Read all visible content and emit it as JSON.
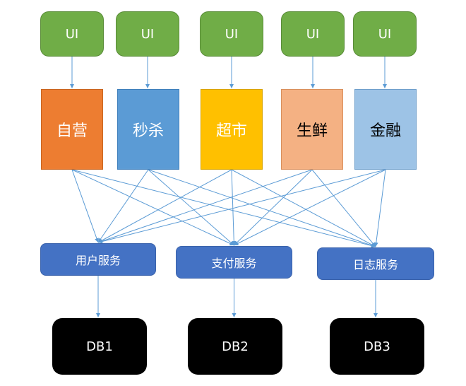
{
  "ui_layer": {
    "items": [
      {
        "label": "UI"
      },
      {
        "label": "UI"
      },
      {
        "label": "UI"
      },
      {
        "label": "UI"
      },
      {
        "label": "UI"
      }
    ],
    "color": "#70ad47"
  },
  "app_layer": {
    "items": [
      {
        "label": "自营",
        "fill": "#ed7d31",
        "border": "#c9651f",
        "text_color": "#ffffff"
      },
      {
        "label": "秒杀",
        "fill": "#5b9bd5",
        "border": "#3f7fbb",
        "text_color": "#ffffff"
      },
      {
        "label": "超市",
        "fill": "#ffc000",
        "border": "#d9a300",
        "text_color": "#ffffff"
      },
      {
        "label": "生鲜",
        "fill": "#f4b183",
        "border": "#d98f5c",
        "text_color": "#000000"
      },
      {
        "label": "金融",
        "fill": "#9dc3e6",
        "border": "#6f9fcb",
        "text_color": "#000000"
      }
    ]
  },
  "service_layer": {
    "items": [
      {
        "label": "用户服务"
      },
      {
        "label": "支付服务"
      },
      {
        "label": "日志服务"
      }
    ],
    "color": "#4472c4"
  },
  "db_layer": {
    "items": [
      {
        "label": "DB1"
      },
      {
        "label": "DB2"
      },
      {
        "label": "DB3"
      }
    ],
    "color": "#000000"
  },
  "connections": {
    "ui_to_app": "one-to-one",
    "app_to_service": "all-to-all",
    "service_to_db": "one-to-one",
    "line_color": "#5b9bd5"
  }
}
